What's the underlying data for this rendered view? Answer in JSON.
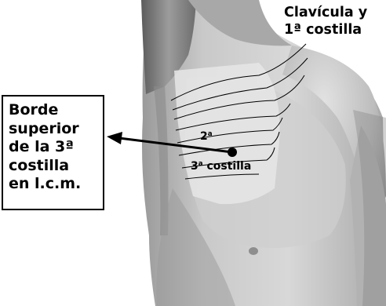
{
  "labels": {
    "clavicle_line1": "Clavícula y",
    "clavicle_line2": "1ª costilla",
    "rib2_number": "2",
    "rib2_sup": "a",
    "rib3_number": "3",
    "rib3_sup": "a",
    "rib3_word": " costilla"
  },
  "callout": {
    "line1": "Borde",
    "line2": "superior",
    "line3": "de la 3ª",
    "line4": "costilla",
    "line5": "en l.c.m."
  },
  "colors": {
    "skin_light": "#dcdcdc",
    "skin_mid": "#b8b8b8",
    "skin_dark": "#7a7a7a",
    "ink": "#000000"
  }
}
